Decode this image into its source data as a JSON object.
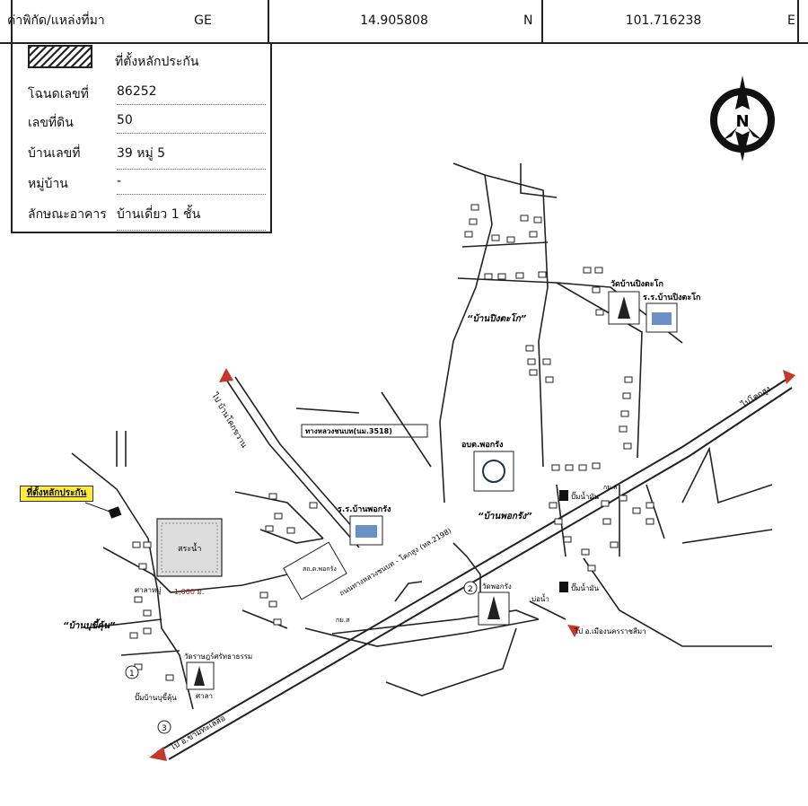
{
  "header": {
    "coord_label": "ค่าพิกัด/แหล่งที่มา",
    "source": "GE",
    "latitude": "14.905808",
    "lat_dir": "N",
    "longitude": "101.716238",
    "lon_dir": "E"
  },
  "info": {
    "legend_label": "ที่ตั้งหลักประกัน",
    "rows": [
      {
        "label": "โฉนดเลขที่",
        "value": "86252"
      },
      {
        "label": "เลขที่ดิน",
        "value": "50"
      },
      {
        "label": "บ้านเลขที่",
        "value": "39 หมู่ 5"
      },
      {
        "label": "หมู่บ้าน",
        "value": "-"
      },
      {
        "label": "ลักษณะอาคาร",
        "value": "บ้านเดี่ยว 1 ชั้น"
      }
    ]
  },
  "compass": {
    "letter": "N"
  },
  "map": {
    "collateral_label": "ที่ตั้งหลักประกัน",
    "village_pingtako": "“บ้านปิงตะโก”",
    "village_phokrang": "“บ้านพอกรัง”",
    "village_bukhum": "“บ้านบุขี้คุ้น”",
    "temple_pingtako": "วัดบ้านปิงตะโก",
    "school_pingtako": "ร.ร.บ้านปิงตะโก",
    "school_phokrang": "ร.ร.บ้านพอกรัง",
    "obt_phokrang": "อบต.พอกรัง",
    "health_center": "สถ.ต.พอกรัง",
    "temple_phokrang": "วัดพอกรัง",
    "temple_rat": "วัดราษฎร์ศรัทธาธรรม",
    "pond": "สระน้ำ",
    "sala": "ศาลา",
    "road_main": "ถนนทางหลวงชนบท - โคกสูง (ทล.2198)",
    "rural_road": "ทางหลวงชนบท(นม.3518)",
    "to_khok": "ไปโคกสูง",
    "to_khon": "ไป บ้านโคกขวาน",
    "to_city": "ไป อ.เมืองนครราชสีมา",
    "to_ampoe": "ไป อ.ขามทะเลสอ",
    "gas1": "ปั๊มน้ำมัน",
    "gas2": "ปั๊มน้ำมัน",
    "gas3": "ปั๊มบ้านบุขี้คุ้น",
    "kmor1": "กม.ส",
    "kmor2": "กม.ส",
    "bornam": "บ่อน้ำ",
    "salam": "ศาลาหมู่",
    "dist": "1,000 ม.",
    "mark1": "1",
    "mark2": "2",
    "mark3": "3"
  }
}
